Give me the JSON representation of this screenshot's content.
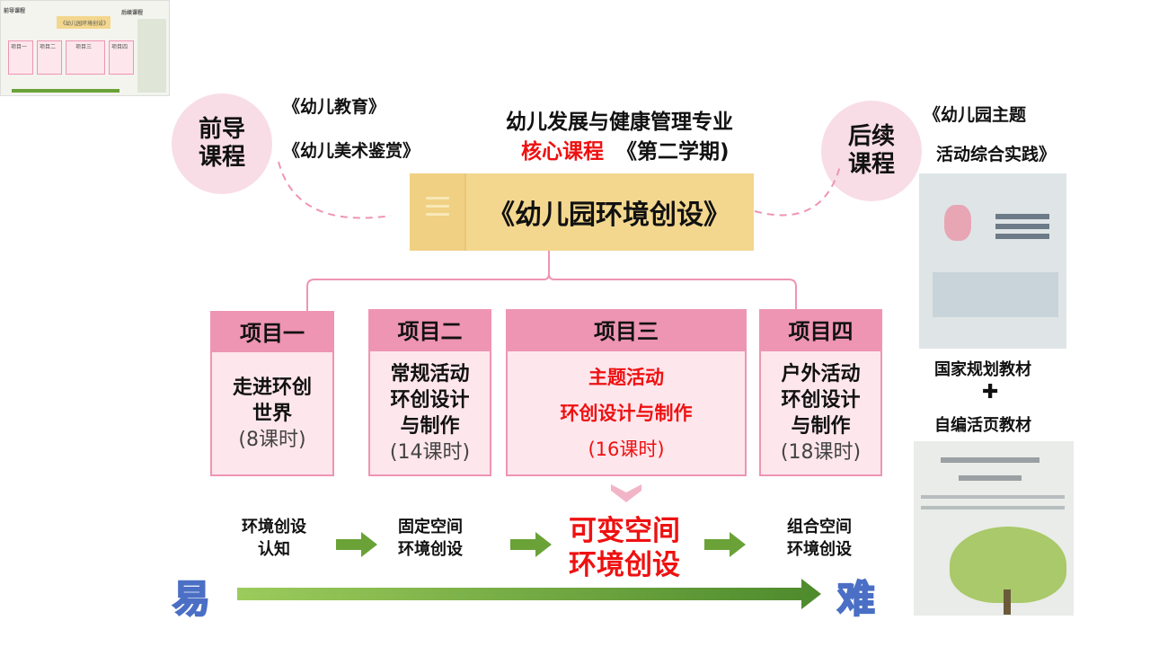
{
  "thumbnail": {
    "prev_label": "前导课程",
    "next_label": "后续课程",
    "center_title": "《幼儿园环境创设》",
    "items": [
      "项目一",
      "项目二",
      "项目三",
      "项目四"
    ]
  },
  "prerequisite": {
    "circle_label": "前导\n课程",
    "books": [
      "《幼儿教育》",
      "《幼儿美术鉴赏》"
    ]
  },
  "followup": {
    "circle_label": "后续\n课程",
    "book_line1": "《幼儿园主题",
    "book_line2": "活动综合实践》"
  },
  "course_title": {
    "line1": "幼儿发展与健康管理专业",
    "line2_red": "核心课程",
    "line2_rest": "《第二学期)"
  },
  "main_course": "《幼儿园环境创设》",
  "projects": [
    {
      "head": "项目一",
      "title": "走进环创\n世界",
      "hours": "(8课时)"
    },
    {
      "head": "项目二",
      "title": "常规活动\n环创设计\n与制作",
      "hours": "(14课时)"
    },
    {
      "head": "项目三",
      "title_line1": "主题活动",
      "title_line2": "环创设计与制作",
      "hours": "(16课时)"
    },
    {
      "head": "项目四",
      "title": "户外活动\n环创设计\n与制作",
      "hours": "(18课时)"
    }
  ],
  "stages": [
    "环境创设\n认知",
    "固定空间\n环境创设",
    "可变空间\n环境创设",
    "组合空间\n环境创设"
  ],
  "difficulty": {
    "easy": "易",
    "hard": "难"
  },
  "materials": {
    "national": "国家规划教材",
    "plus": "✚",
    "custom": "自编活页教材"
  },
  "colors": {
    "pink_head": "#ee95b3",
    "pink_body": "#fde6ec",
    "gold": "#f3d78e",
    "red": "#ee1111",
    "green": "#6aa238"
  }
}
